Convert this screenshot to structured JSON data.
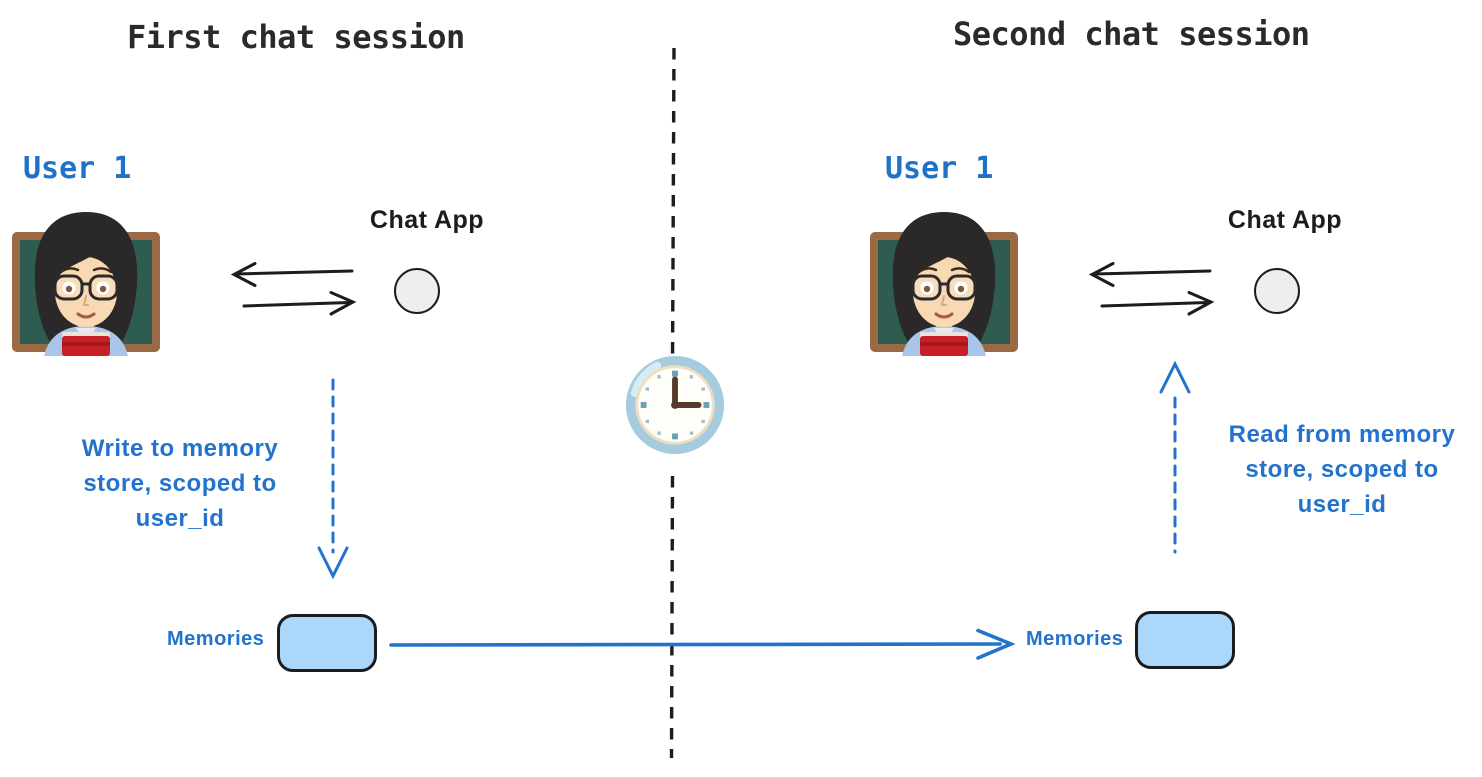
{
  "diagram": {
    "first_session": {
      "title": "First chat session",
      "user_label": "User 1",
      "chat_app_label": "Chat App",
      "note": {
        "line1": "Write to memory",
        "line2": "store, scoped to",
        "line3": "user_id"
      },
      "memories_label": "Memories"
    },
    "second_session": {
      "title": "Second chat session",
      "user_label": "User 1",
      "chat_app_label": "Chat App",
      "note": {
        "line1": "Read from memory",
        "line2": "store, scoped to",
        "line3": "user_id"
      },
      "memories_label": "Memories"
    },
    "icons": {
      "user_avatar": "woman-teacher-emoji",
      "chat_app_node": "gray-circle-node",
      "divider_clock": "clock-at-3-oclock",
      "user_chat_exchange": "two-opposing-arrows",
      "memory_write": "dashed-blue-arrow-down",
      "memory_read": "dashed-blue-arrow-up",
      "memory_transfer": "solid-blue-arrow-right",
      "session_divider": "vertical-dashed-line"
    },
    "colors": {
      "accent_blue": "#2372cc",
      "user_label_blue": "#1f72c8",
      "memory_box_fill": "#aad7fa",
      "chat_node_fill": "#eceef0",
      "ink": "#1c1c1c"
    }
  }
}
